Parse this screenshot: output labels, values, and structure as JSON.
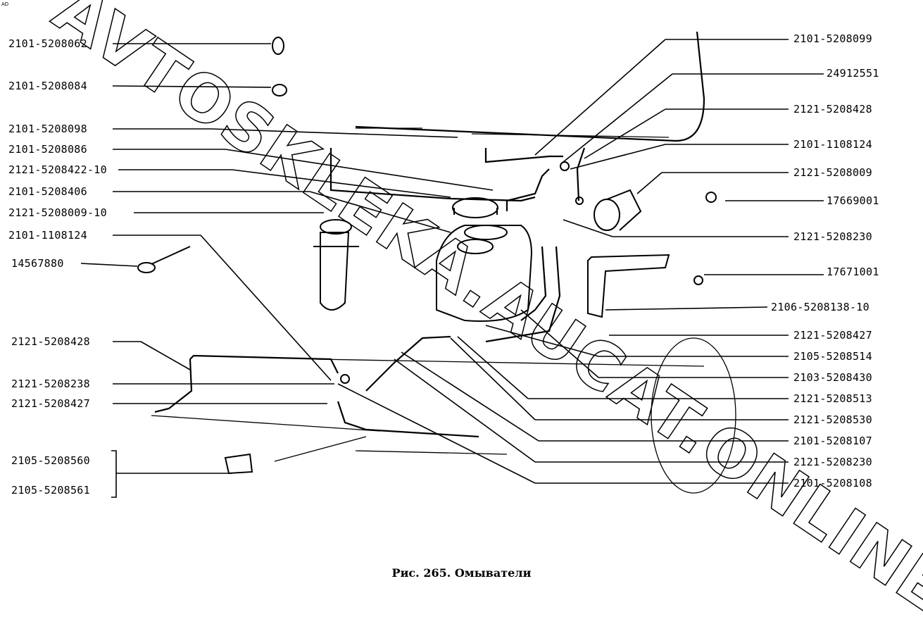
{
  "corner_mark": "AD",
  "caption": "Рис. 265. Омыватели",
  "watermark": "AVTOSKLEKA.AUCAT.ONLINE",
  "left_labels": [
    "2101-5208062",
    "2101-5208084",
    "2101-5208098",
    "2101-5208086",
    "2121-5208422-10",
    "2101-5208406",
    "2121-5208009-10",
    "2101-1108124",
    "14567880",
    "2121-5208428",
    "2121-5208238",
    "2121-5208427",
    "2105-5208560",
    "2105-5208561"
  ],
  "right_labels": [
    "2101-5208099",
    "24912551",
    "2121-5208428",
    "2101-1108124",
    "2121-5208009",
    "17669001",
    "2121-5208230",
    "17671001",
    "2106-5208138-10",
    "2121-5208427",
    "2105-5208514",
    "2103-5208430",
    "2121-5208513",
    "2121-5208530",
    "2101-5208107",
    "2121-5208230",
    "2101-5208108"
  ]
}
